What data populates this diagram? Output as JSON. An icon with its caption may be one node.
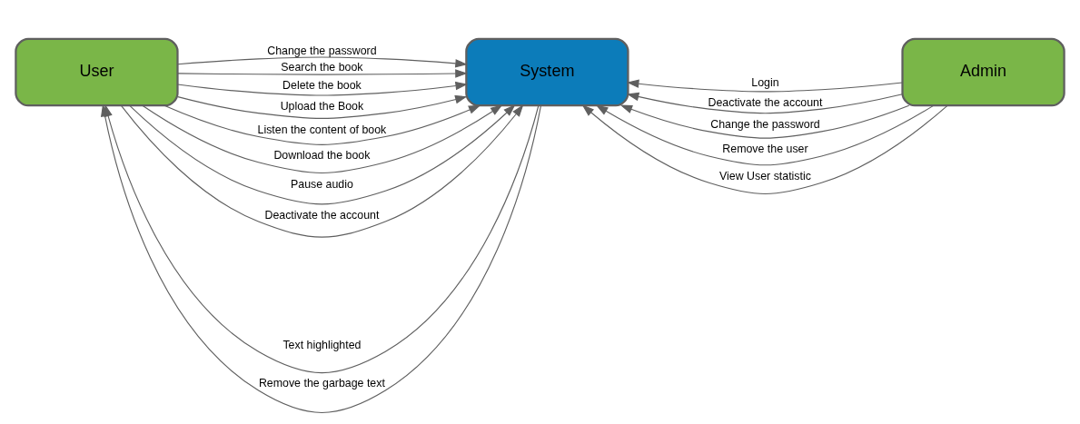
{
  "diagram": {
    "nodes": [
      {
        "text": [
          "User"
        ]
      },
      {
        "text": [
          "System"
        ]
      },
      {
        "text": [
          "Admin"
        ]
      }
    ],
    "edges": [
      {
        "from": 0,
        "to": 1,
        "arrow": "to",
        "label": "Change the password"
      },
      {
        "from": 0,
        "to": 1,
        "arrow": "to",
        "label": "Search the book"
      },
      {
        "from": 0,
        "to": 1,
        "arrow": "to",
        "label": "Delete the book"
      },
      {
        "from": 0,
        "to": 1,
        "arrow": "to",
        "label": "Upload the Book"
      },
      {
        "from": 1,
        "to": 0,
        "arrow": "to",
        "label": "Text highlighted"
      },
      {
        "from": 1,
        "to": 0,
        "arrow": "to",
        "label": "Remove the garbage text"
      },
      {
        "from": 0,
        "to": 1,
        "arrow": "to",
        "label": "Listen the content of book"
      },
      {
        "from": 0,
        "to": 1,
        "arrow": "to",
        "label": "Download the book"
      },
      {
        "from": 0,
        "to": 1,
        "arrow": "to",
        "label": "Pause audio"
      },
      {
        "from": 0,
        "to": 1,
        "arrow": "to",
        "label": "Deactivate the account"
      },
      {
        "from": 2,
        "to": 1,
        "arrow": "to",
        "label": "Login"
      },
      {
        "from": 2,
        "to": 1,
        "arrow": "to",
        "label": "Deactivate the account"
      },
      {
        "from": 2,
        "to": 1,
        "arrow": "to",
        "label": "Change the password"
      },
      {
        "from": 2,
        "to": 1,
        "arrow": "to",
        "label": "Remove the user"
      },
      {
        "from": 2,
        "to": 1,
        "arrow": "to",
        "label": "View User statistic"
      }
    ]
  }
}
